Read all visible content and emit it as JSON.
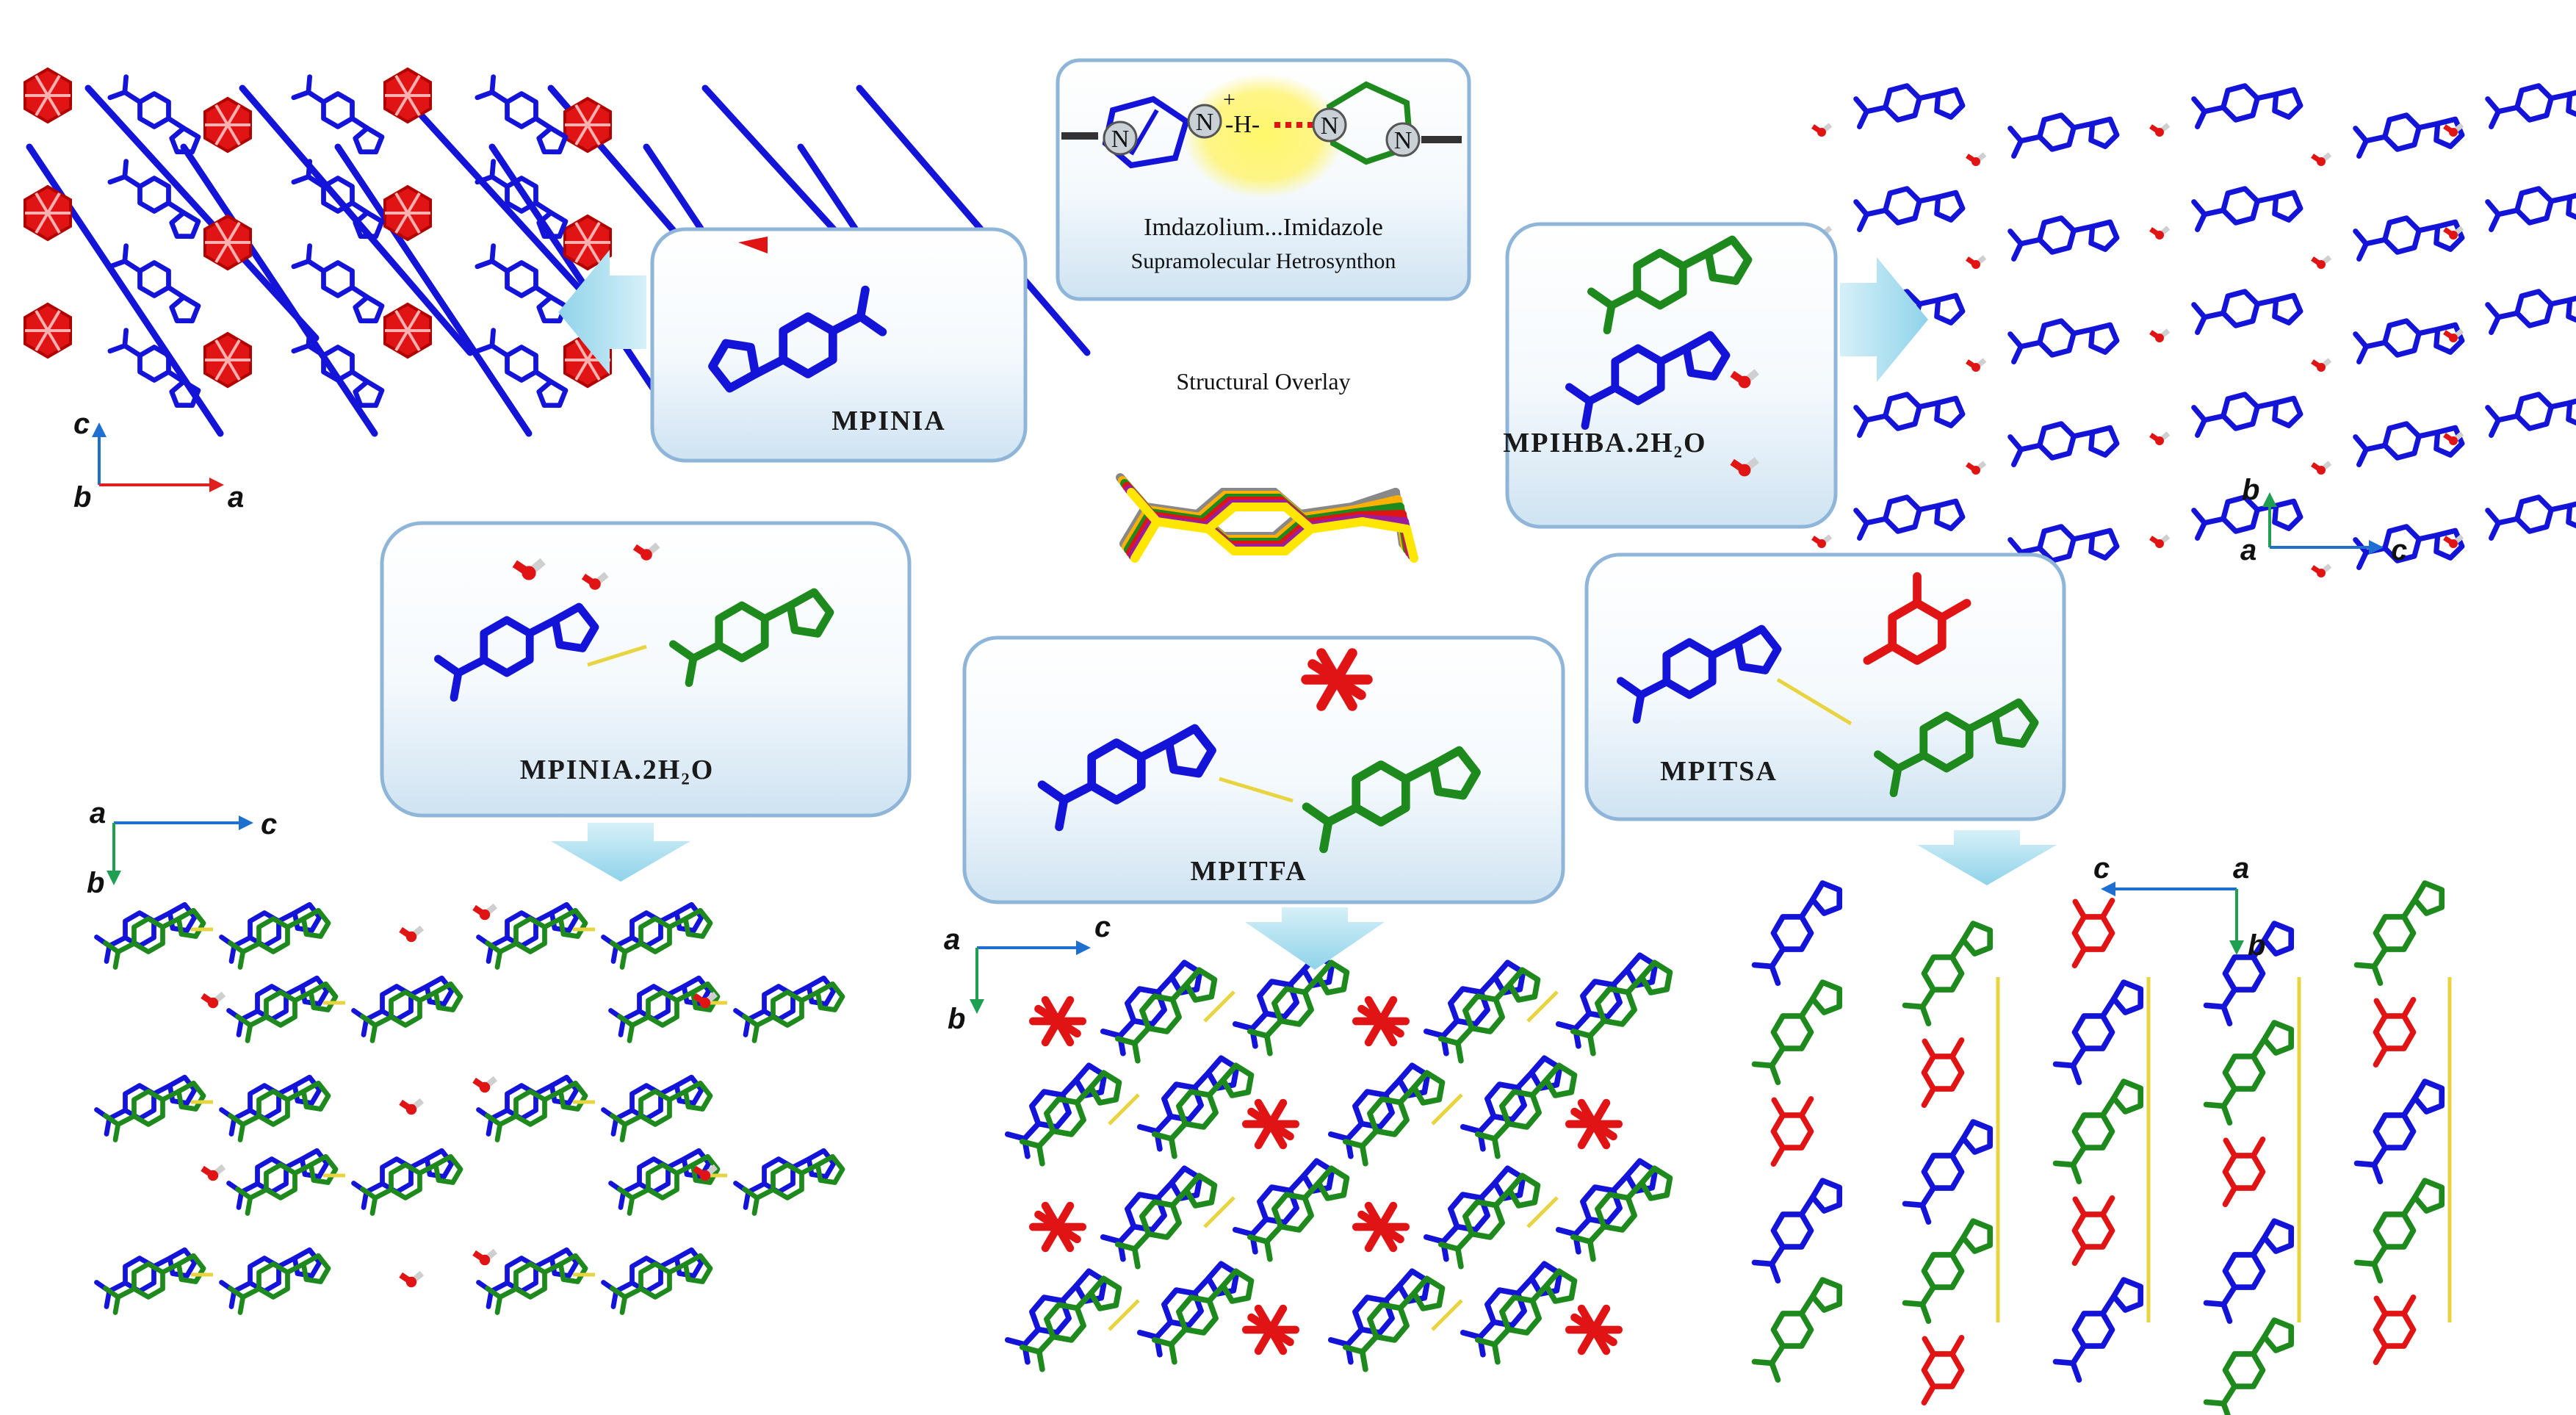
{
  "synthon": {
    "title": "Imdazolium...Imidazole",
    "subtitle": "Supramolecular Hetrosynthon",
    "atom_n": "N",
    "plus": "+",
    "h": "-H-"
  },
  "overlay": {
    "title": "Structural Overlay"
  },
  "cards": {
    "mpinia": "MPINIA",
    "mpihba": "MPIHBA.2H₂O",
    "mpinia2": "MPINIA.2H₂O",
    "mpitfa": "MPITFA",
    "mpitsa": "MPITSA"
  },
  "axes": {
    "top_left": {
      "v": "c",
      "h": "a",
      "o": "b"
    },
    "top_right": {
      "v": "b",
      "h": "c",
      "o": "a"
    },
    "bottom_left": {
      "v": "b",
      "h": "c",
      "o": "a"
    },
    "bottom_mid": {
      "v": "b",
      "h": "c",
      "o": "a"
    },
    "bottom_right": {
      "v": "b",
      "h": "c",
      "o": "a"
    }
  },
  "colors": {
    "molecule_a": "#1414d8",
    "molecule_b": "#1e8a1e",
    "counter_ion": "#e01414",
    "hbond": "#e8d440",
    "axis_red": "#e02020",
    "axis_blue": "#1f6fd0",
    "axis_green": "#1fa050",
    "card_border": "#8fb6d8"
  },
  "icons": [
    "arrow-left-icon",
    "arrow-right-icon",
    "arrow-down-icon"
  ]
}
